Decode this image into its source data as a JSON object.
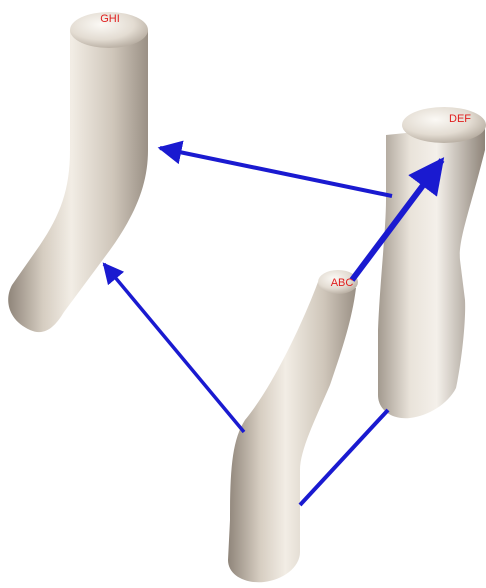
{
  "nodes": [
    {
      "id": "ghi",
      "label": "GHI"
    },
    {
      "id": "def",
      "label": "DEF"
    },
    {
      "id": "abc",
      "label": "ABC"
    }
  ],
  "edges": [
    {
      "from": "def",
      "to": "ghi"
    },
    {
      "from": "abc",
      "to": "ghi"
    },
    {
      "from": "abc",
      "to": "def"
    },
    {
      "from": "abc",
      "to": "def"
    }
  ],
  "colors": {
    "tube_light": "#f2ede5",
    "tube_mid": "#d6cdc1",
    "tube_dark": "#8f857a",
    "arrow": "#1a1ad0",
    "label": "#e01e1e"
  }
}
